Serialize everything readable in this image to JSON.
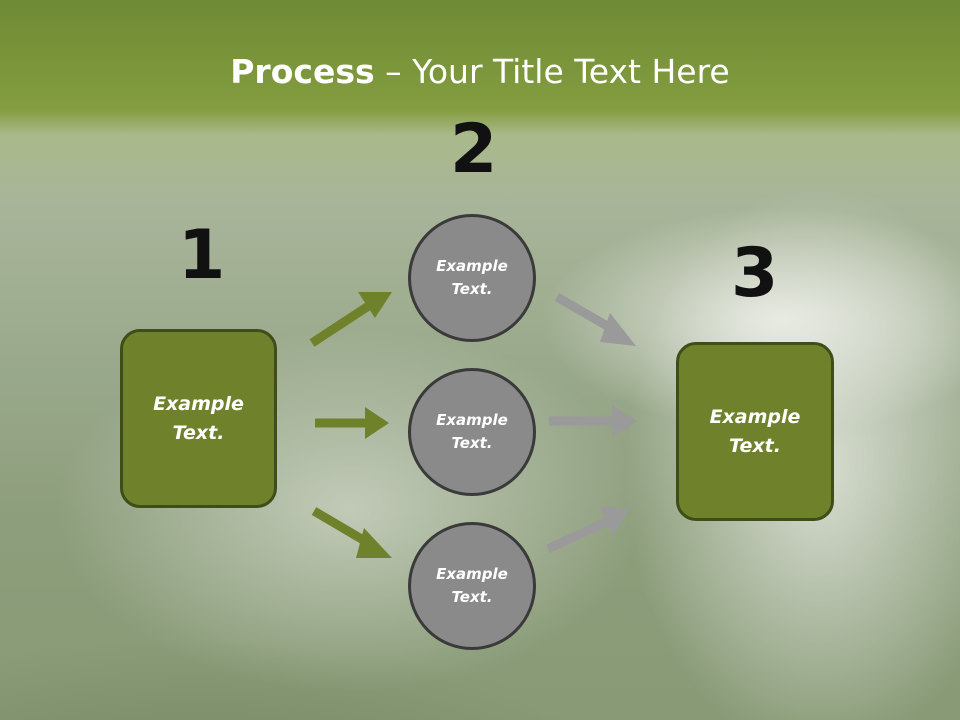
{
  "title": {
    "bold": "Process",
    "rest": " – Your Title Text Here"
  },
  "numbers": {
    "one": "1",
    "two": "2",
    "three": "3"
  },
  "input_box": {
    "line1": "Example",
    "line2": "Text."
  },
  "output_box": {
    "line1": "Example",
    "line2": "Text."
  },
  "circles": [
    {
      "line1": "Example",
      "line2": "Text."
    },
    {
      "line1": "Example",
      "line2": "Text."
    },
    {
      "line1": "Example",
      "line2": "Text."
    }
  ],
  "colors": {
    "green_fill": "#6f822b",
    "green_border": "#3f4d18",
    "green_arrow": "#6f822b",
    "circle_fill": "#8a8a8a",
    "circle_border": "#3a3a3a",
    "gray_arrow": "#9a9a9a"
  }
}
